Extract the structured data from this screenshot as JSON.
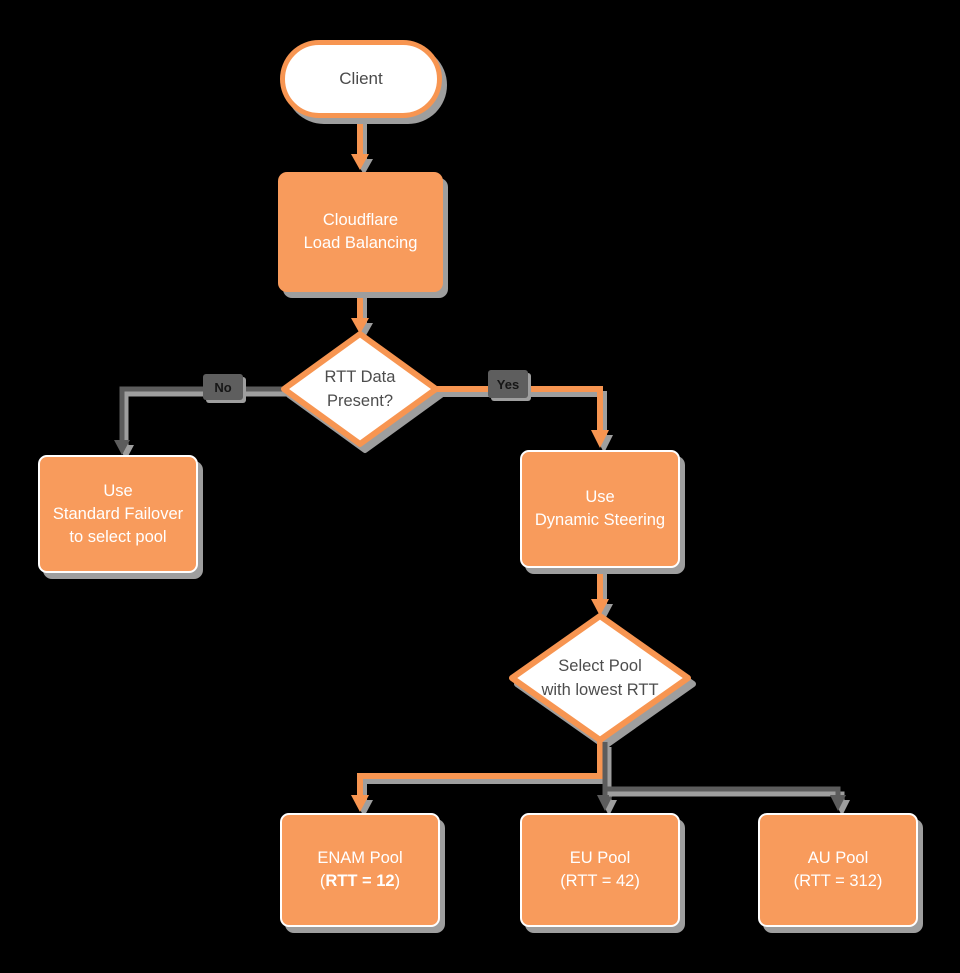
{
  "colors": {
    "background": "#000000",
    "node_fill_orange": "#F89B5C",
    "shape_stroke_orange": "#F79551",
    "edge_gray": "#5C5C5C",
    "shadow_gray": "#9E9E9E",
    "shape_fill_white": "#FFFFFF",
    "text_on_orange": "#FFFFFF",
    "text_on_white": "#4D4D4D",
    "edge_label_bg": "#5E5E5E"
  },
  "nodes": {
    "client": {
      "label": "Client"
    },
    "cloudflare": {
      "lines": [
        "Cloudflare",
        "Load Balancing"
      ]
    },
    "rtt_decision": {
      "lines": [
        "RTT Data",
        "Present?"
      ]
    },
    "standard_failover": {
      "lines": [
        "Use",
        "Standard Failover",
        "to select pool"
      ]
    },
    "dynamic_steering": {
      "lines": [
        "Use",
        "Dynamic Steering"
      ]
    },
    "select_pool": {
      "lines": [
        "Select Pool",
        "with lowest RTT"
      ]
    },
    "enam_pool": {
      "name": "ENAM Pool",
      "rtt_prefix": "(",
      "rtt_value": "RTT = 12",
      "rtt_suffix": ")"
    },
    "eu_pool": {
      "name": "EU Pool",
      "rtt": "(RTT = 42)"
    },
    "au_pool": {
      "name": "AU Pool",
      "rtt": "(RTT = 312)"
    }
  },
  "edge_labels": {
    "no": "No",
    "yes": "Yes"
  }
}
